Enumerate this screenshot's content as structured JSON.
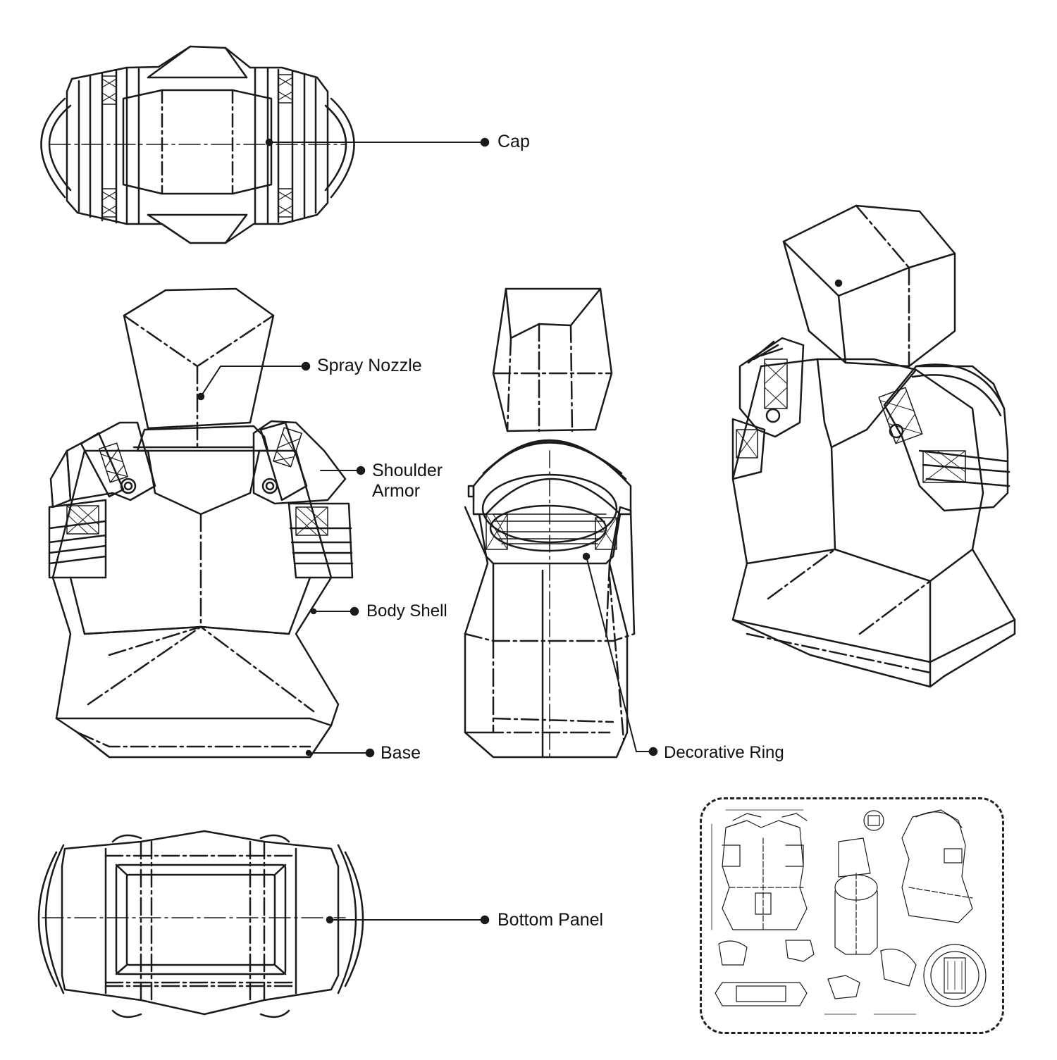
{
  "labels": {
    "cap": "Cap",
    "spray_nozzle": "Spray Nozzle",
    "shoulder_armor_line1": "Shoulder",
    "shoulder_armor_line2": "Armor",
    "body_shell": "Body Shell",
    "base": "Base",
    "decorative_ring": "Decorative Ring",
    "bottom_panel": "Bottom Panel"
  },
  "colors": {
    "line": "#1a1a1a",
    "background": "#ffffff",
    "inset_border": "#222222"
  },
  "views": [
    "top-view-cap",
    "front-view",
    "side-view",
    "isometric-view",
    "bottom-view",
    "technical-drawing-inset"
  ]
}
